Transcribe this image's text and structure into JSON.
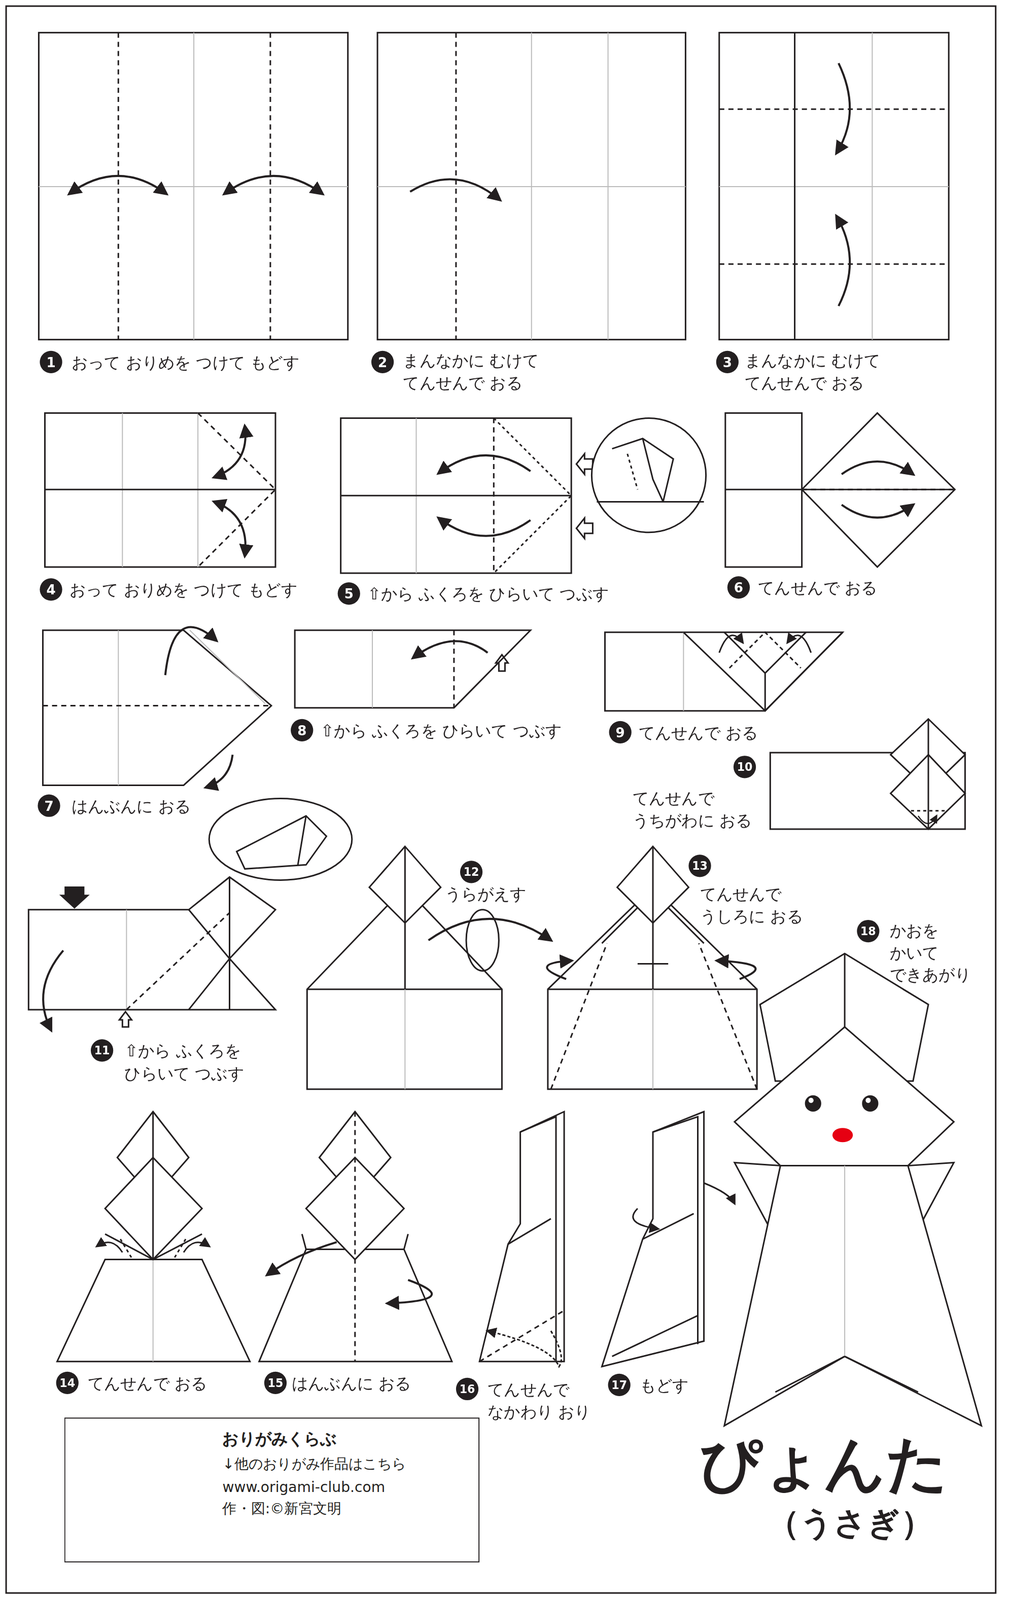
{
  "diagram": {
    "title": "ぴょんた",
    "caption": "（うさぎ）",
    "nodes": [
      {
        "text": [
          "1"
        ]
      },
      {
        "text": [
          "2"
        ]
      },
      {
        "text": [
          "3"
        ]
      },
      {
        "text": [
          "4"
        ]
      },
      {
        "text": [
          "5"
        ]
      },
      {
        "text": [
          "6"
        ]
      },
      {
        "text": [
          "7"
        ]
      },
      {
        "text": [
          "8"
        ]
      },
      {
        "text": [
          "9"
        ]
      },
      {
        "text": [
          "10"
        ]
      },
      {
        "text": [
          "11"
        ]
      },
      {
        "text": [
          "12"
        ]
      },
      {
        "text": [
          "13"
        ]
      },
      {
        "text": [
          "14"
        ]
      },
      {
        "text": [
          "15"
        ]
      },
      {
        "text": [
          "16"
        ]
      },
      {
        "text": [
          "17"
        ]
      },
      {
        "text": [
          "18"
        ]
      },
      {
        "text": [
          "おりがみくらぶ",
          "↓他のおりがみ作品はこちら",
          "www.origami-club.com",
          "作・図:©新宮文明"
        ]
      }
    ],
    "labels": [
      "おって おりめを つけて もどす",
      "まんなかに むけて てんせんで おる",
      "まんなかに むけて てんせんで おる",
      "おって おりめを つけて もどす",
      "⇧から ふくろを ひらいて つぶす",
      "てんせんで おる",
      "はんぶんに おる",
      "⇧から ふくろを ひらいて つぶす",
      "てんせんで おる",
      "てんせんで うちがわに おる",
      "⇧から ふくろを ひらいて つぶす",
      "うらがえす",
      "てんせんで うしろに おる",
      "てんせんで おる",
      "はんぶんに おる",
      "てんせんで なかわり おり",
      "もどす",
      "かおを かいて できあがり"
    ]
  }
}
